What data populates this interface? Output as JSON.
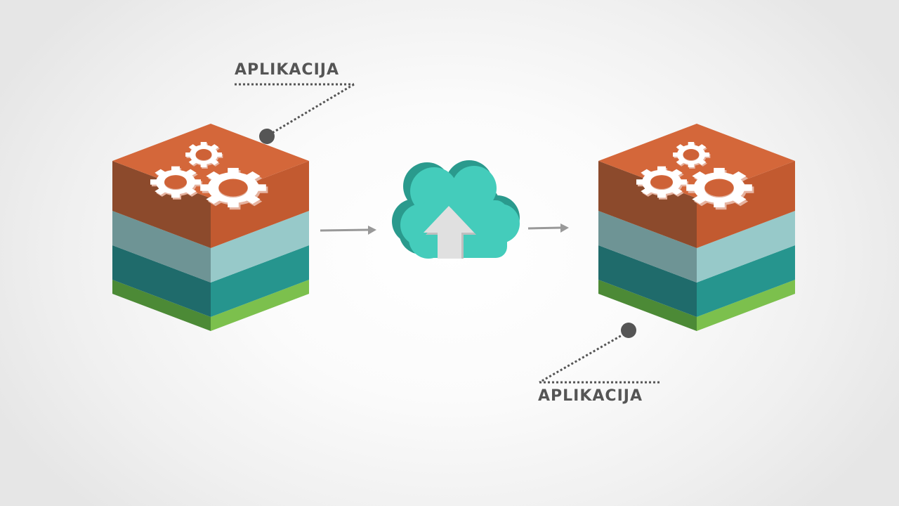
{
  "diagram": {
    "labels": {
      "top_callout": "APLIKACIJA",
      "bottom_callout": "APLIKACIJA"
    },
    "nodes": [
      {
        "id": "source-app-stack",
        "kind": "layered-cube",
        "layers": [
          "orange gears",
          "light blue",
          "teal",
          "green"
        ]
      },
      {
        "id": "cloud-upload",
        "kind": "cloud-with-up-arrow"
      },
      {
        "id": "target-app-stack",
        "kind": "layered-cube",
        "layers": [
          "orange gears",
          "light blue",
          "teal",
          "green"
        ]
      }
    ],
    "edges": [
      {
        "from": "source-app-stack",
        "to": "cloud-upload"
      },
      {
        "from": "cloud-upload",
        "to": "target-app-stack"
      }
    ],
    "icons": [
      "gear-icon",
      "cloud-icon",
      "upload-arrow-icon",
      "arrow-right-icon"
    ],
    "colors": {
      "orange_top": "#d4673a",
      "orange_left": "#8c4a2c",
      "orange_right": "#c25a30",
      "lightblue_left": "#6e9495",
      "lightblue_right": "#97c9c9",
      "teal_left": "#1f6b6b",
      "teal_right": "#26958e",
      "green_left": "#4c8a36",
      "green_right": "#7cc04d",
      "cloud": "#44ccbb",
      "cloud_side": "#2a9a8d",
      "connector": "#555555",
      "arrow": "#999999"
    }
  }
}
